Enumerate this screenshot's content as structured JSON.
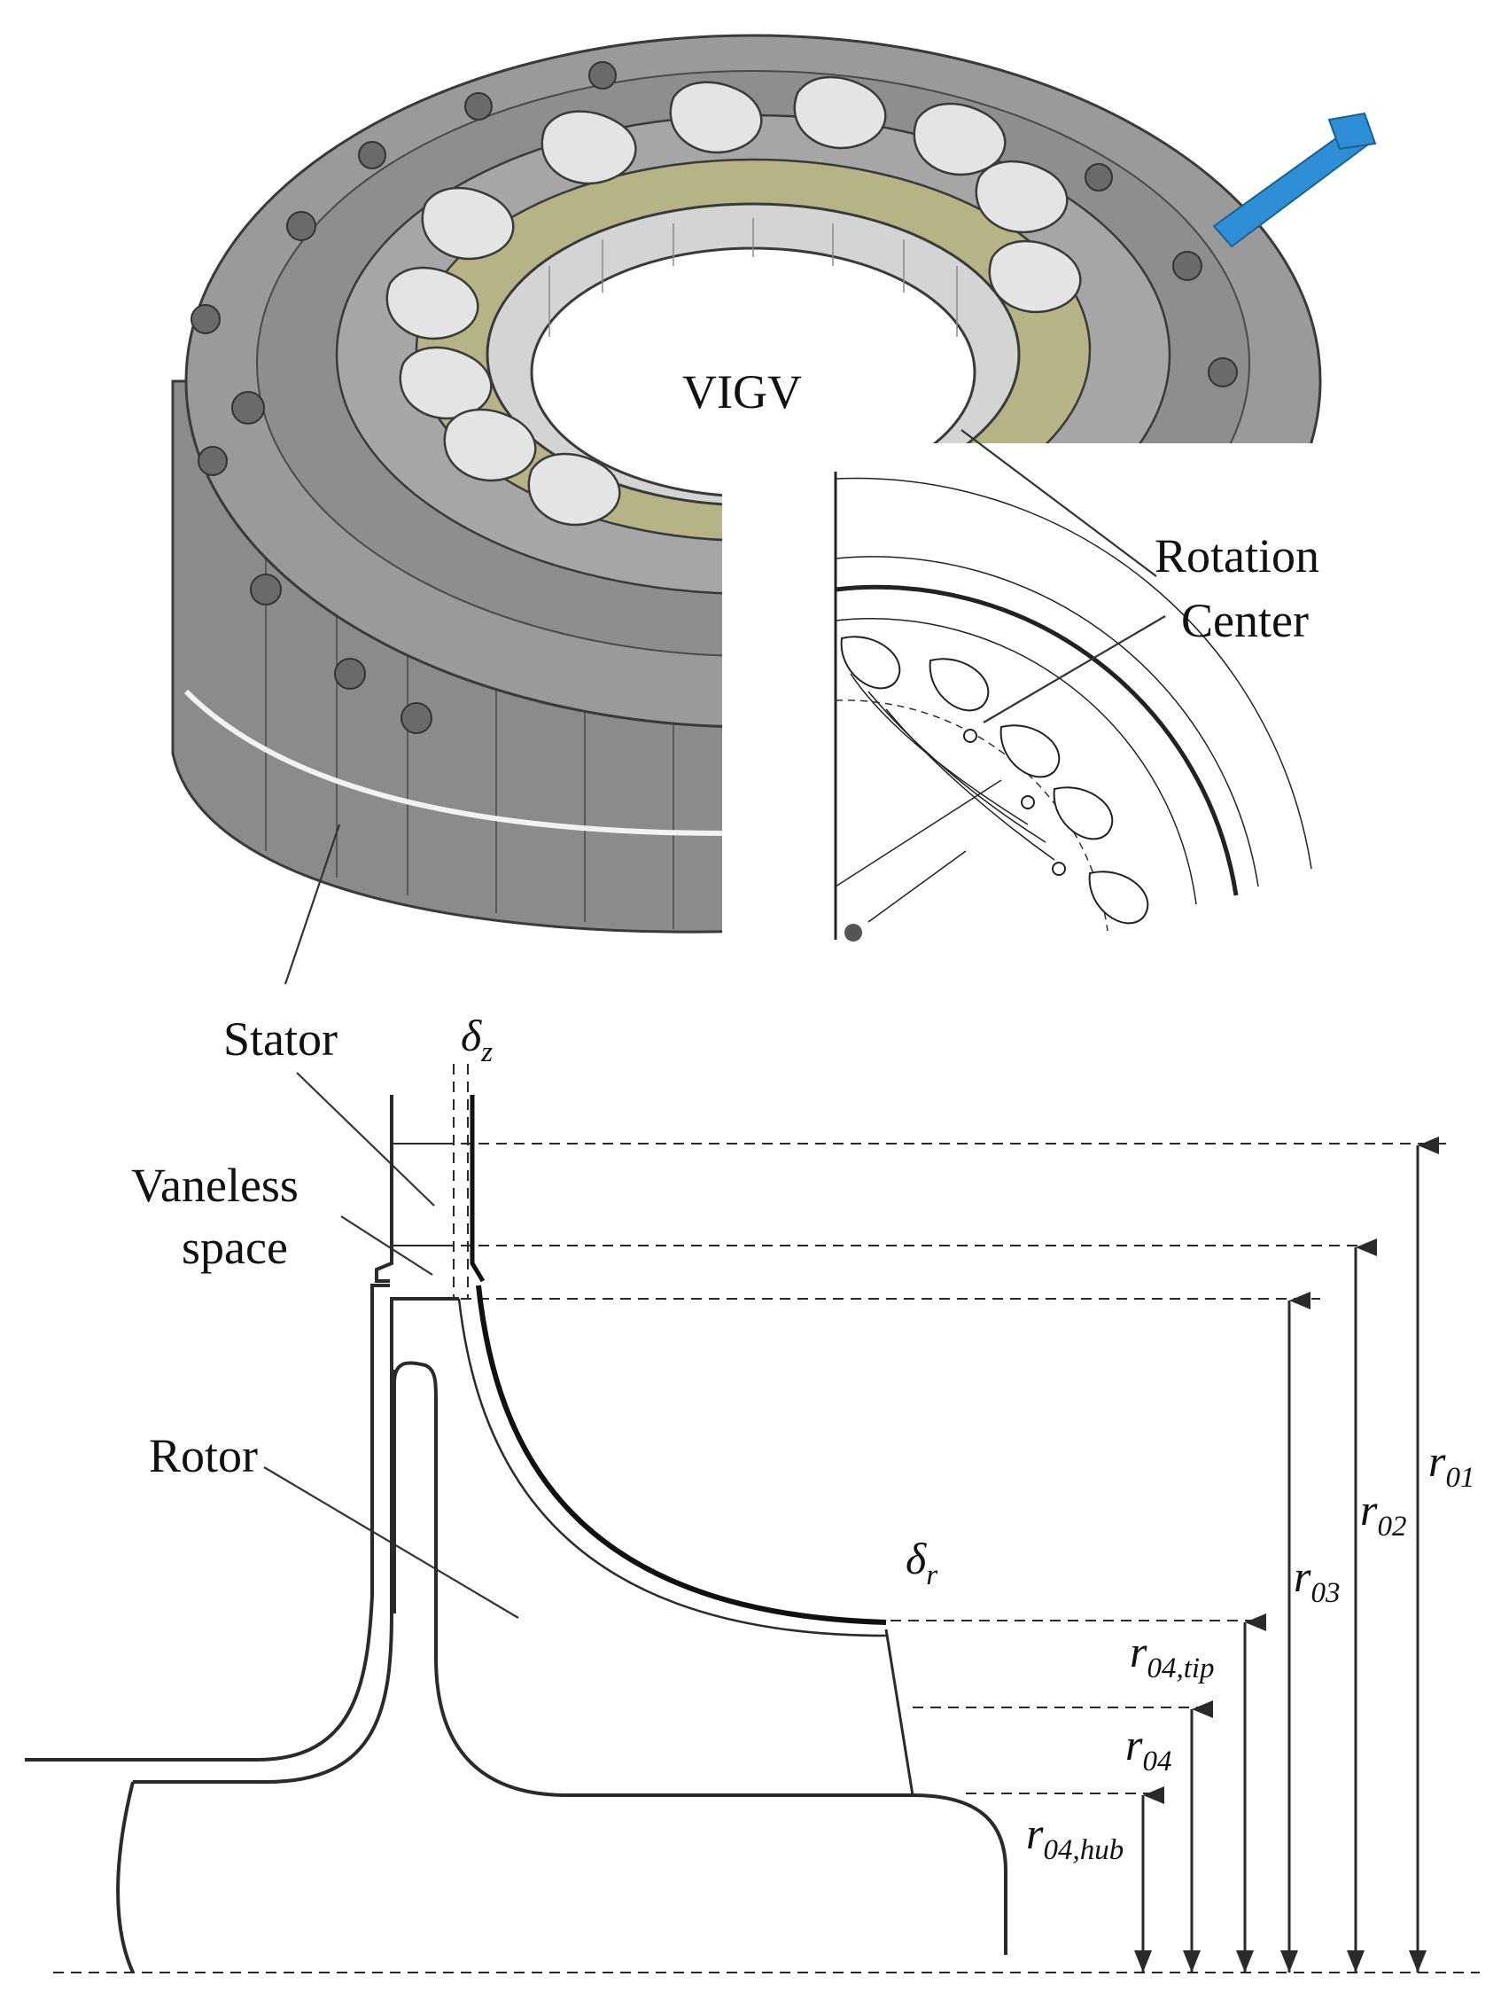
{
  "figure": {
    "labels": {
      "vigv": "VIGV",
      "rotation_center_line1": "Rotation",
      "rotation_center_line2": "Center",
      "stator": "Stator",
      "vaneless_line1": "Vaneless",
      "vaneless_line2": "space",
      "rotor": "Rotor"
    },
    "symbols": {
      "delta_z": {
        "base": "δ",
        "sub": "z"
      },
      "delta_r": {
        "base": "δ",
        "sub": "r"
      },
      "r01": {
        "base": "r",
        "sub": "01"
      },
      "r02": {
        "base": "r",
        "sub": "02"
      },
      "r03": {
        "base": "r",
        "sub": "03"
      },
      "r04tip": {
        "base": "r",
        "sub": "04,tip"
      },
      "r04": {
        "base": "r",
        "sub": "04"
      },
      "r04hub": {
        "base": "r",
        "sub": "04,hub"
      }
    },
    "colors": {
      "ring_gray": "#8d8d8d",
      "ring_dark": "#6f6f6f",
      "blade_light": "#e4e4e4",
      "olive": "#b6b486",
      "lever_blue": "#2f8fd6",
      "line": "#2a2a2a"
    }
  }
}
